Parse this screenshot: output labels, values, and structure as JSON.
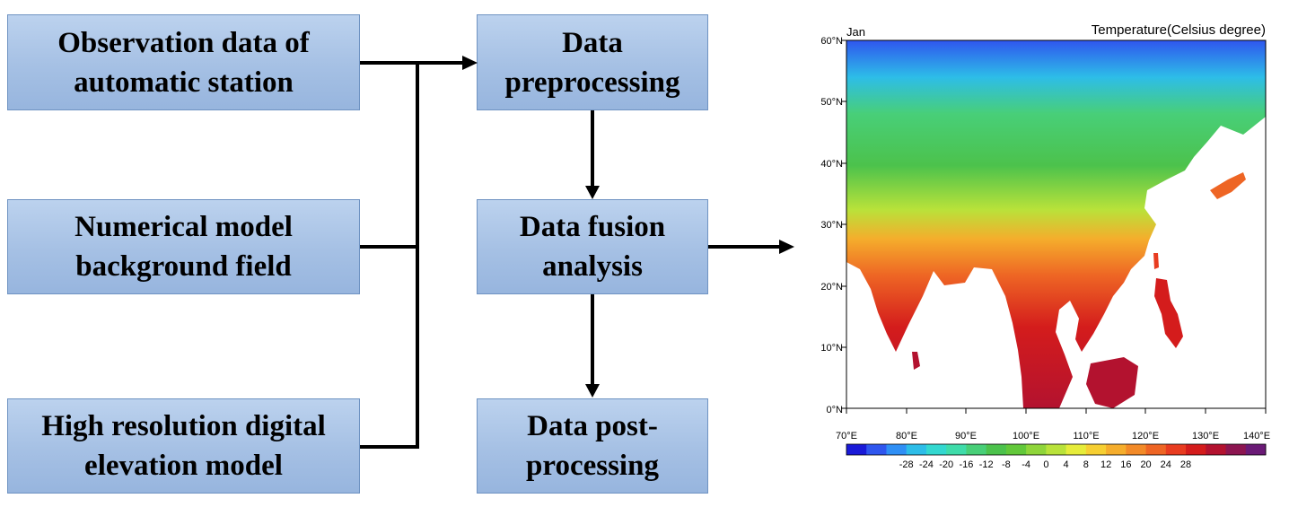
{
  "flow": {
    "inputs": [
      {
        "line1": "Observation data of",
        "line2": "automatic station"
      },
      {
        "line1": "Numerical model",
        "line2": "background field"
      },
      {
        "line1": "High resolution digital",
        "line2": "elevation model"
      }
    ],
    "steps": [
      {
        "line1": "Data",
        "line2": "preprocessing"
      },
      {
        "line1": "Data fusion",
        "line2": "analysis"
      },
      {
        "line1": "Data post-",
        "line2": "processing"
      }
    ]
  },
  "map": {
    "month": "Jan",
    "title": "Temperature(Celsius degree)",
    "lat_labels": [
      "60°N",
      "50°N",
      "40°N",
      "30°N",
      "20°N",
      "10°N",
      "0°N"
    ],
    "lon_labels": [
      "70°E",
      "80°E",
      "90°E",
      "100°E",
      "110°E",
      "120°E",
      "130°E",
      "140°E"
    ],
    "colorbar_labels": [
      "-28",
      "-24",
      "-20",
      "-16",
      "-12",
      "-8",
      "-4",
      "0",
      "4",
      "8",
      "12",
      "16",
      "20",
      "24",
      "28"
    ],
    "colorbar_colors": [
      "#1a1ad8",
      "#2f56ee",
      "#2f8ff5",
      "#2dbde8",
      "#33d8d0",
      "#3fdcaa",
      "#48cf78",
      "#4cc24c",
      "#62c83a",
      "#8fd53a",
      "#b9e23a",
      "#e6ec3a",
      "#f6cf32",
      "#f5ad2c",
      "#f28a28",
      "#ee6524",
      "#e83c20",
      "#d41c1c",
      "#b3122f",
      "#8c1550",
      "#6a1a76"
    ]
  }
}
